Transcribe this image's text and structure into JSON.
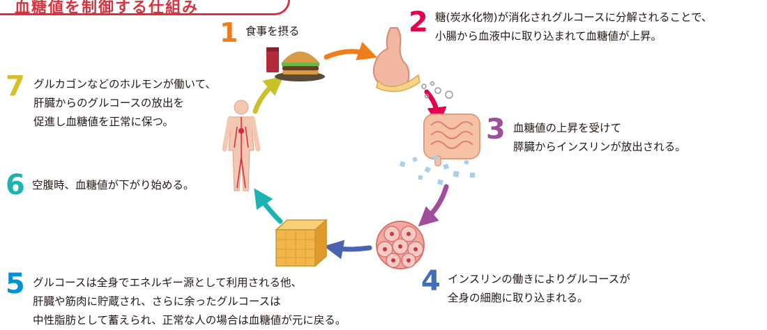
{
  "title": "血糖値を制御する仕組み",
  "steps": [
    {
      "num": "1",
      "color": "#ef7e1a",
      "text": "食事を摂る"
    },
    {
      "num": "2",
      "color": "#e5004f",
      "line1": "糖(炭水化物)が消化されグルコースに分解されることで、",
      "line2": "小腸から血液中に取り込まれて血糖値が上昇。"
    },
    {
      "num": "3",
      "color": "#a24d9b",
      "line1": "血糖値の上昇を受けて",
      "line2": "膵臓からインスリンが放出される。"
    },
    {
      "num": "4",
      "color": "#3f6fba",
      "line1": "インスリンの働きによりグルコースが",
      "line2": "全身の細胞に取り込まれる。"
    },
    {
      "num": "5",
      "color": "#0091d5",
      "line1": "グルコースは全身でエネルギー源として利用される他、",
      "line2": "肝臓や筋肉に貯蔵され、さらに余ったグルコースは",
      "line3": "中性脂肪として蓄えられ、正常な人の場合は血糖値が元に戻る。"
    },
    {
      "num": "6",
      "color": "#1db3b3",
      "text": "空腹時、血糖値が下がり始める。"
    },
    {
      "num": "7",
      "color": "#d5c02a",
      "line1": "グルカゴンなどのホルモンが働いて、",
      "line2": "肝臓からのグルコースの放出を",
      "line3": "促進し血糖値を正常に保つ。"
    }
  ],
  "arrow_colors": [
    "#ef7e1a",
    "#e5004f",
    "#a24d9b",
    "#4a63b0",
    "#1bb3b3",
    "#c9c02c"
  ],
  "icons": [
    "burger-icon",
    "stomach-icon",
    "intestine-icon",
    "cell-cluster-icon",
    "muscle-tissue-icon",
    "human-body-icon"
  ]
}
